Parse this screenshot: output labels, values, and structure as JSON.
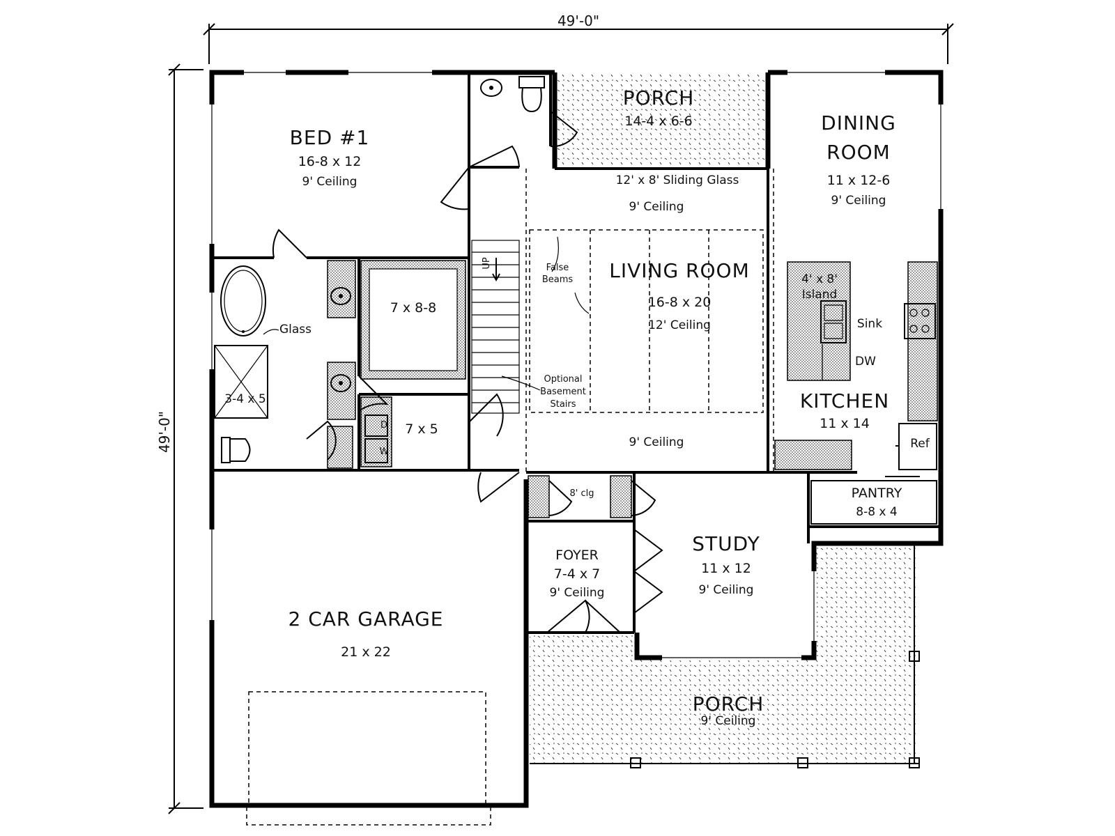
{
  "dimensions": {
    "width": "49'-0\"",
    "depth": "49'-0\""
  },
  "rooms": {
    "bed1": {
      "name": "BED #1",
      "size": "16-8 x 12",
      "ceiling": "9' Ceiling"
    },
    "porch_rear": {
      "name": "PORCH",
      "size": "14-4 x 6-6"
    },
    "dining": {
      "name_line1": "DINING",
      "name_line2": "ROOM",
      "size": "11 x 12-6",
      "ceiling": "9' Ceiling"
    },
    "living": {
      "name": "LIVING ROOM",
      "size": "16-8 x 20",
      "ceiling": "12' Ceiling",
      "ceiling_top": "9' Ceiling",
      "ceiling_bottom": "9' Ceiling"
    },
    "sliding_glass": "12' x 8' Sliding Glass",
    "closet": {
      "size": "7 x 8-8"
    },
    "laundry": {
      "size": "7 x 5"
    },
    "shower": {
      "size": "3-4 x 5"
    },
    "kitchen": {
      "name": "KITCHEN",
      "size": "11 x 14",
      "island": "4' x 8'",
      "island_label": "Island",
      "sink": "Sink",
      "dw": "DW",
      "ref": "Ref"
    },
    "pantry": {
      "name": "PANTRY",
      "size": "8-8 x 4"
    },
    "foyer": {
      "name": "FOYER",
      "size": "7-4 x 7",
      "ceiling": "9' Ceiling"
    },
    "study": {
      "name": "STUDY",
      "size": "11 x 12",
      "ceiling": "9' Ceiling"
    },
    "garage": {
      "name": "2 CAR GARAGE",
      "size": "21 x 22"
    },
    "porch_front": {
      "name": "PORCH",
      "ceiling": "9' Ceiling"
    },
    "closet_small": {
      "ceiling": "8' clg"
    }
  },
  "annotations": {
    "glass": "Glass",
    "false_beams_1": "False",
    "false_beams_2": "Beams",
    "up": "UP",
    "optional_1": "Optional",
    "optional_2": "Basement",
    "optional_3": "Stairs",
    "dryer": "D",
    "washer": "W"
  }
}
